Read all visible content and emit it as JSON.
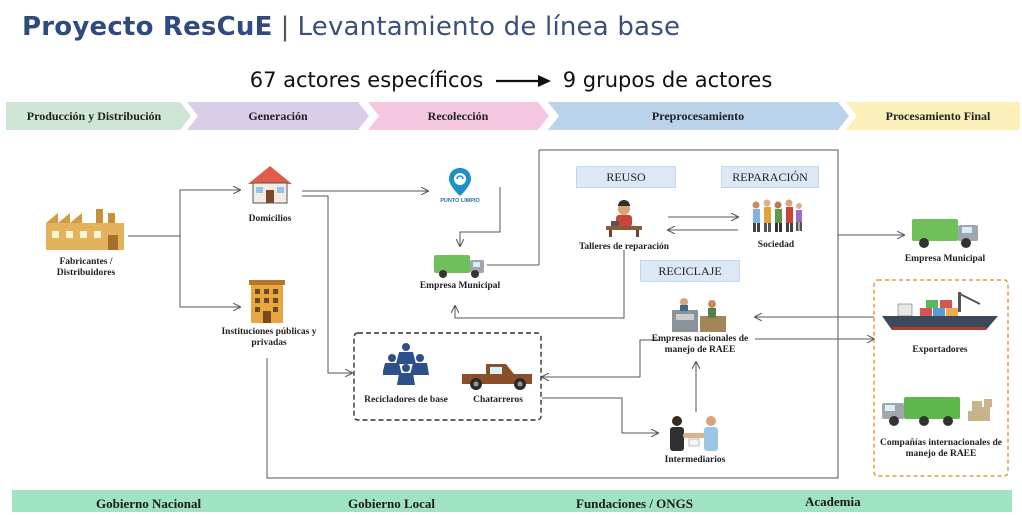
{
  "title": {
    "bold": "Proyecto ResCuE",
    "separator": "|",
    "rest": "Levantamiento de línea base"
  },
  "subtitle": {
    "left": "67 actores específicos",
    "right": "9 grupos de actores"
  },
  "stages": [
    {
      "label": "Producción y Distribución",
      "color": "#cfe6d6"
    },
    {
      "label": "Generación",
      "color": "#d9cde9"
    },
    {
      "label": "Recolección",
      "color": "#f5c6e0"
    },
    {
      "label": "Preprocesamiento",
      "color": "#b9d3ea"
    },
    {
      "label": "Procesamiento Final",
      "color": "#fbf0b9"
    }
  ],
  "actors": {
    "fabricantes": "Fabricantes / Distribuidores",
    "domicilios": "Domicilios",
    "instituciones": "Instituciones públicas y privadas",
    "punto_limpio": "PUNTO LIMPIO",
    "empresa_municipal": "Empresa Municipal",
    "talleres": "Talleres de reparación",
    "sociedad": "Sociedad",
    "recicladores": "Recicladores de base",
    "chatarreros": "Chatarreros",
    "empresas_nacionales": "Empresas nacionales de manejo de RAEE",
    "intermediarios": "Intermediarios",
    "empresa_municipal_final": "Empresa Municipal",
    "exportadores": "Exportadores",
    "companias": "Compañías internacionales de manejo de RAEE"
  },
  "tags": {
    "reuso": "REUSO",
    "reparacion": "REPARACIÓN",
    "reciclaje": "RECICLAJE"
  },
  "governance": {
    "items": [
      "Gobierno Nacional",
      "Gobierno Local",
      "Fundaciones / ONGS",
      "Academia"
    ],
    "color": "#9fe3c2"
  },
  "colors": {
    "title": "#2f4a7d",
    "line": "#555555"
  }
}
